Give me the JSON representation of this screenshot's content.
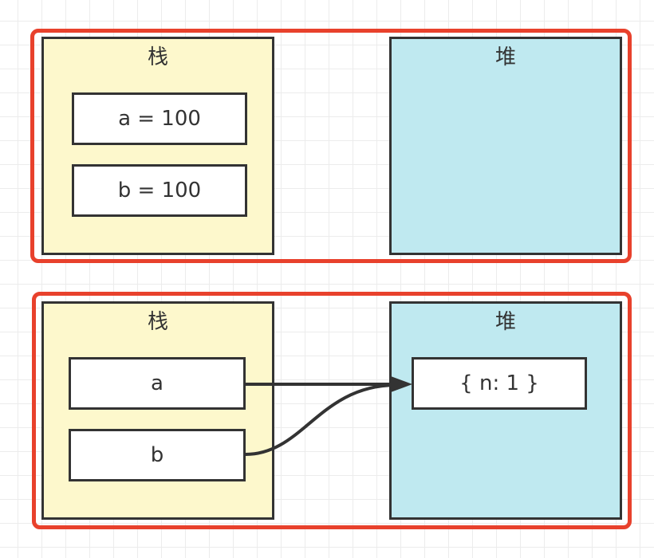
{
  "diagrams": [
    {
      "stack": {
        "title": "栈",
        "items": [
          "a = 100",
          "b = 100"
        ]
      },
      "heap": {
        "title": "堆",
        "items": []
      }
    },
    {
      "stack": {
        "title": "栈",
        "items": [
          "a",
          "b"
        ]
      },
      "heap": {
        "title": "堆",
        "items": [
          "{ n: 1 }"
        ]
      },
      "references": [
        {
          "from": "a",
          "to": "{ n: 1 }"
        },
        {
          "from": "b",
          "to": "{ n: 1 }"
        }
      ]
    }
  ],
  "colors": {
    "frame": "#e8412c",
    "stack": "#fdf8cc",
    "heap": "#bfe9f0",
    "stroke": "#333333"
  }
}
